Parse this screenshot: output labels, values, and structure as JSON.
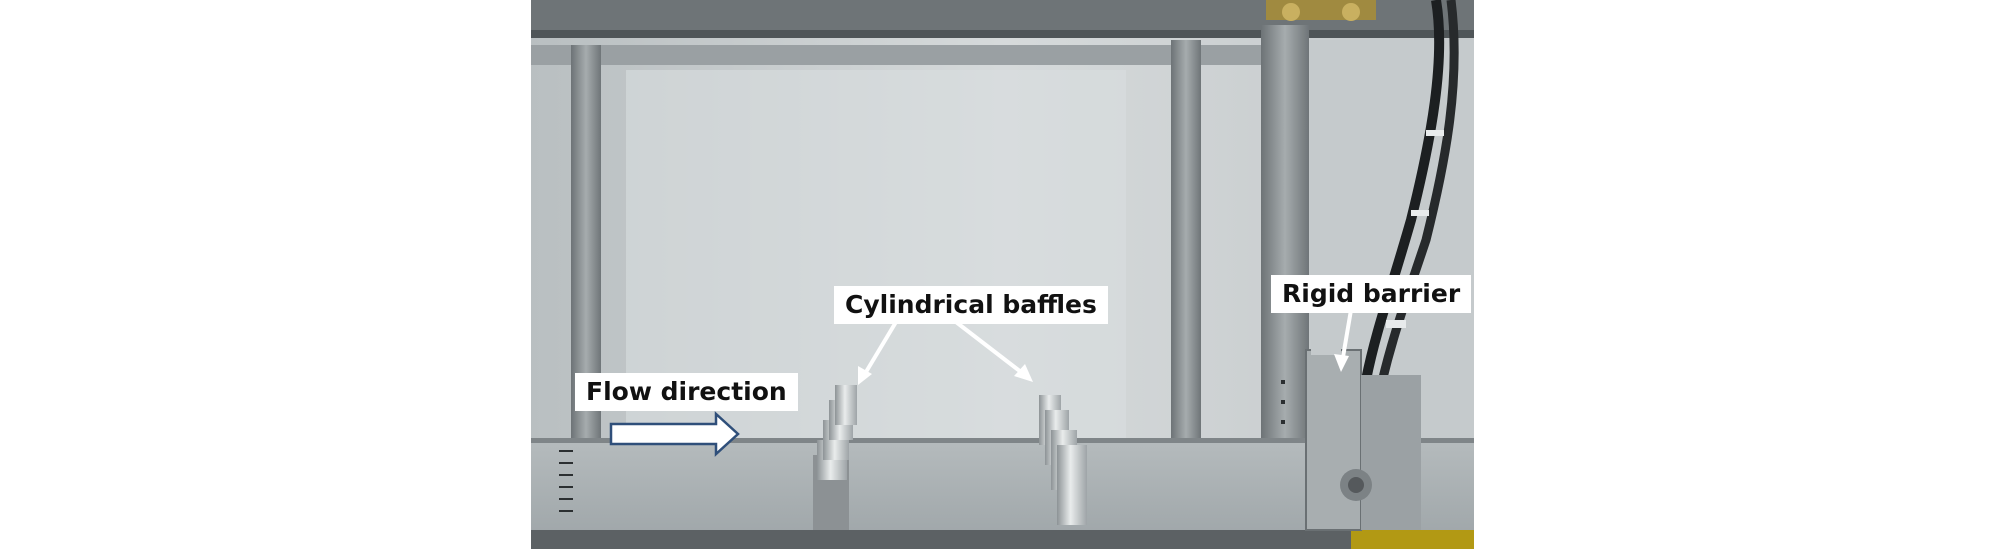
{
  "figure": {
    "labels": {
      "flow_direction": "Flow direction",
      "cylindrical_baffles": "Cylindrical baffles",
      "rigid_barrier": "Rigid barrier"
    },
    "colors": {
      "flow_arrow_fill": "#ffffff",
      "flow_arrow_stroke": "#2f4f7a",
      "pointer_arrow": "#ffffff",
      "label_background": "#ffffff"
    }
  }
}
